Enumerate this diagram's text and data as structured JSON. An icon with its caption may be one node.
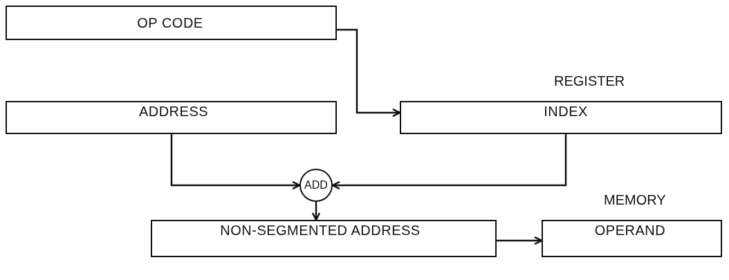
{
  "diagram": {
    "nodes": [
      {
        "text": [
          "OP CODE"
        ]
      },
      {
        "text": [
          "ADDRESS"
        ]
      },
      {
        "text": [
          "REGISTER",
          "INDEX"
        ]
      },
      {
        "text": [
          "ADD"
        ]
      },
      {
        "text": [
          "NON-SEGMENTED ADDRESS"
        ]
      },
      {
        "text": [
          "MEMORY",
          "OPERAND"
        ]
      }
    ],
    "edges": [
      {
        "from": 0,
        "to": 2,
        "arrow": "to"
      },
      {
        "from": 1,
        "to": 3,
        "arrow": "to"
      },
      {
        "from": 2,
        "to": 3,
        "arrow": "to"
      },
      {
        "from": 3,
        "to": 4,
        "arrow": "to"
      },
      {
        "from": 4,
        "to": 5,
        "arrow": "to"
      }
    ]
  }
}
